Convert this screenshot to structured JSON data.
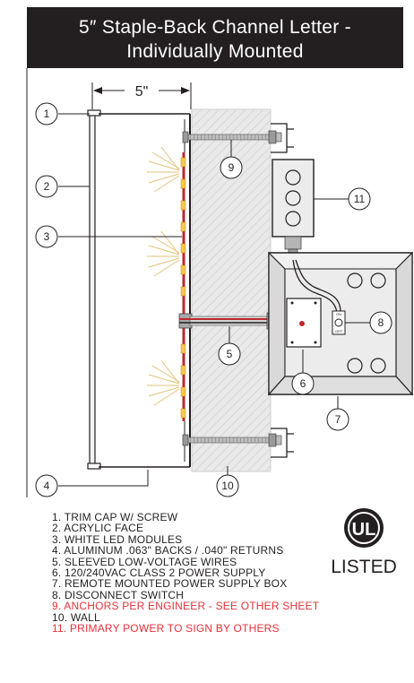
{
  "title": {
    "line1": "5″ Staple-Back Channel Letter -",
    "line2": "Individually Mounted"
  },
  "dimension_label": "5\"",
  "callouts": [
    "1",
    "2",
    "3",
    "4",
    "5",
    "6",
    "7",
    "8",
    "9",
    "10",
    "11"
  ],
  "switch_labels": {
    "on": "ON",
    "off": "OFF"
  },
  "legend": [
    {
      "text": "1. TRIM CAP W/ SCREW",
      "highlight": false
    },
    {
      "text": "2. ACRYLIC FACE",
      "highlight": false
    },
    {
      "text": "3. WHITE LED MODULES",
      "highlight": false
    },
    {
      "text": "4. ALUMINUM .063\" BACKS / .040\" RETURNS",
      "highlight": false
    },
    {
      "text": "5. SLEEVED LOW-VOLTAGE WIRES",
      "highlight": false
    },
    {
      "text": "6. 120/240VAC CLASS 2 POWER SUPPLY",
      "highlight": false
    },
    {
      "text": "7. REMOTE MOUNTED POWER SUPPLY BOX",
      "highlight": false
    },
    {
      "text": "8. DISCONNECT SWITCH",
      "highlight": false
    },
    {
      "text": "9. ANCHORS PER ENGINEER - SEE OTHER SHEET",
      "highlight": true
    },
    {
      "text": "10. WALL",
      "highlight": false
    },
    {
      "text": "11. PRIMARY POWER TO SIGN BY OTHERS",
      "highlight": true
    }
  ],
  "ul_badge": {
    "mark": "UL",
    "caption": "LISTED"
  },
  "colors": {
    "title_bg": "#231f20",
    "line": "#231f20",
    "highlight_text": "#e8313a",
    "led": "#f2c94c",
    "wire_red": "#c0272d",
    "wall_fill": "#e6e6e6",
    "box_fill": "#ececec"
  }
}
